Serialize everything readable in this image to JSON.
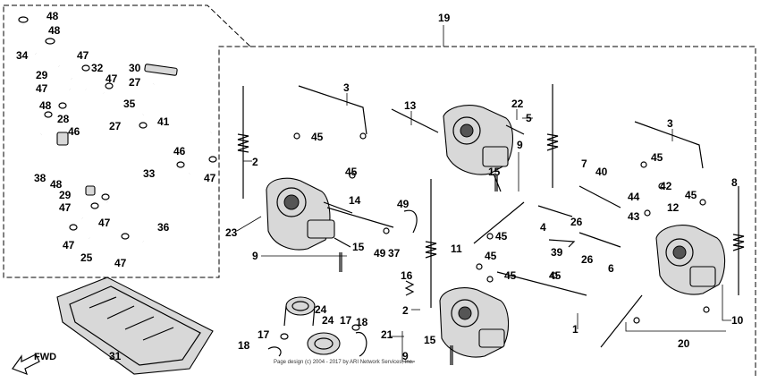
{
  "diagram": {
    "fwd_label": "FWD",
    "copyright": "Page design (c) 2004 - 2017 by ARI Network Services, Inc.",
    "callouts": [
      {
        "id": "c48a",
        "text": "48"
      },
      {
        "id": "c48b",
        "text": "48"
      },
      {
        "id": "c34",
        "text": "34"
      },
      {
        "id": "c47a",
        "text": "47"
      },
      {
        "id": "c32",
        "text": "32"
      },
      {
        "id": "c47b",
        "text": "47"
      },
      {
        "id": "c29a",
        "text": "29"
      },
      {
        "id": "c47c",
        "text": "47"
      },
      {
        "id": "c30",
        "text": "30"
      },
      {
        "id": "c27a",
        "text": "27"
      },
      {
        "id": "c35",
        "text": "35"
      },
      {
        "id": "c48c",
        "text": "48"
      },
      {
        "id": "c28",
        "text": "28"
      },
      {
        "id": "c46a",
        "text": "46"
      },
      {
        "id": "c27b",
        "text": "27"
      },
      {
        "id": "c41",
        "text": "41"
      },
      {
        "id": "c46b",
        "text": "46"
      },
      {
        "id": "c47d",
        "text": "47"
      },
      {
        "id": "c38",
        "text": "38"
      },
      {
        "id": "c48d",
        "text": "48"
      },
      {
        "id": "c33",
        "text": "33"
      },
      {
        "id": "c29b",
        "text": "29"
      },
      {
        "id": "c47e",
        "text": "47"
      },
      {
        "id": "c47f",
        "text": "47"
      },
      {
        "id": "c36",
        "text": "36"
      },
      {
        "id": "c47g",
        "text": "47"
      },
      {
        "id": "c25",
        "text": "25"
      },
      {
        "id": "c47h",
        "text": "47"
      },
      {
        "id": "c19",
        "text": "19"
      },
      {
        "id": "c3a",
        "text": "3"
      },
      {
        "id": "c13",
        "text": "13"
      },
      {
        "id": "c22",
        "text": "22"
      },
      {
        "id": "c5",
        "text": "5"
      },
      {
        "id": "c3b",
        "text": "3"
      },
      {
        "id": "c45a",
        "text": "45"
      },
      {
        "id": "c45b",
        "text": "45"
      },
      {
        "id": "c2a",
        "text": "2"
      },
      {
        "id": "c9a",
        "text": "9"
      },
      {
        "id": "c15a",
        "text": "15"
      },
      {
        "id": "c7",
        "text": "7"
      },
      {
        "id": "c40",
        "text": "40"
      },
      {
        "id": "c45c",
        "text": "45"
      },
      {
        "id": "c42",
        "text": "42"
      },
      {
        "id": "c44",
        "text": "44"
      },
      {
        "id": "c45d",
        "text": "45"
      },
      {
        "id": "c43",
        "text": "43"
      },
      {
        "id": "c12",
        "text": "12"
      },
      {
        "id": "c14",
        "text": "14"
      },
      {
        "id": "c49a",
        "text": "49"
      },
      {
        "id": "c8",
        "text": "8"
      },
      {
        "id": "c4",
        "text": "4"
      },
      {
        "id": "c26a",
        "text": "26"
      },
      {
        "id": "c23",
        "text": "23"
      },
      {
        "id": "c45e",
        "text": "45"
      },
      {
        "id": "c11",
        "text": "11"
      },
      {
        "id": "c45f",
        "text": "45"
      },
      {
        "id": "c15b",
        "text": "15"
      },
      {
        "id": "c49b",
        "text": "49"
      },
      {
        "id": "c37",
        "text": "37"
      },
      {
        "id": "c39",
        "text": "39"
      },
      {
        "id": "c26b",
        "text": "26"
      },
      {
        "id": "c6",
        "text": "6"
      },
      {
        "id": "c9b",
        "text": "9"
      },
      {
        "id": "c16",
        "text": "16"
      },
      {
        "id": "c45g",
        "text": "45"
      },
      {
        "id": "c45h",
        "text": "45"
      },
      {
        "id": "c10",
        "text": "10"
      },
      {
        "id": "c24a",
        "text": "24"
      },
      {
        "id": "c2b",
        "text": "2"
      },
      {
        "id": "c1",
        "text": "1"
      },
      {
        "id": "c17a",
        "text": "17"
      },
      {
        "id": "c24b",
        "text": "24"
      },
      {
        "id": "c18a",
        "text": "18"
      },
      {
        "id": "c21",
        "text": "21"
      },
      {
        "id": "c17b",
        "text": "17"
      },
      {
        "id": "c15c",
        "text": "15"
      },
      {
        "id": "c18b",
        "text": "18"
      },
      {
        "id": "c9c",
        "text": "9"
      },
      {
        "id": "c31",
        "text": "31"
      },
      {
        "id": "c20",
        "text": "20"
      }
    ]
  }
}
